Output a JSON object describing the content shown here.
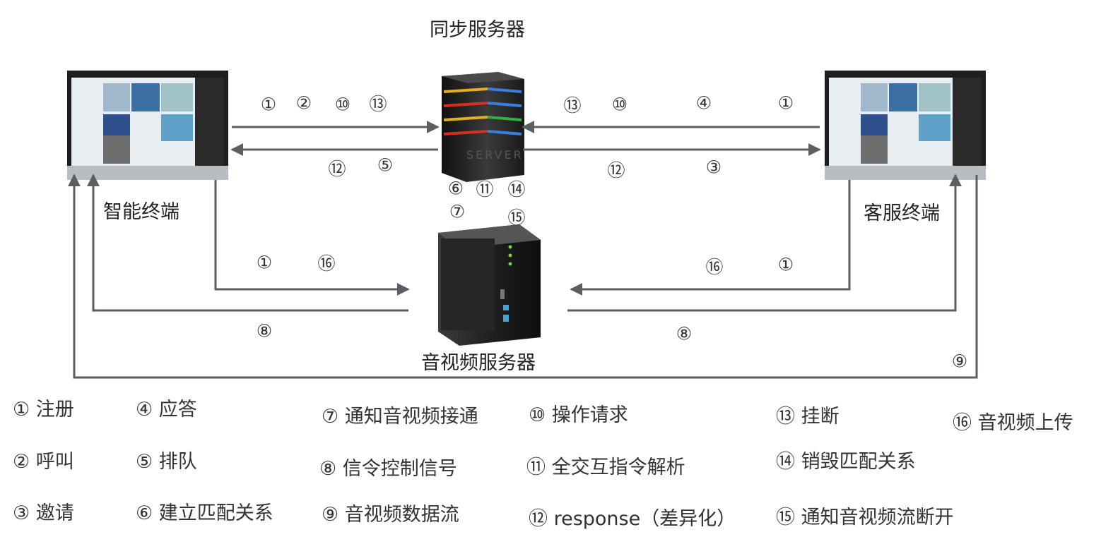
{
  "titles": {
    "sync_server": "同步服务器",
    "smart_terminal": "智能终端",
    "service_terminal": "客服终端",
    "av_server": "音视频服务器"
  },
  "markers": {
    "left_top": [
      "①",
      "②",
      "⑩",
      "⑬"
    ],
    "left_bottom": [
      "⑫",
      "⑤"
    ],
    "right_top": [
      "⑬",
      "⑩",
      "④",
      "①"
    ],
    "right_bottom": [
      "⑫",
      "③"
    ],
    "server_below": [
      "⑥",
      "⑪",
      "⑭"
    ],
    "av_above": [
      "⑦",
      "⑮"
    ],
    "left_av": [
      "①",
      "⑯"
    ],
    "right_av": [
      "⑯",
      "①"
    ],
    "left_av_bottom": "⑧",
    "right_av_bottom": "⑧",
    "outer": "⑨"
  },
  "legend": [
    "① 注册",
    "② 呼叫",
    "③ 邀请",
    "④ 应答",
    "⑤ 排队",
    "⑥ 建立匹配关系",
    "⑦ 通知音视频接通",
    "⑧ 信令控制信号",
    "⑨ 音视频数据流",
    "⑩ 操作请求",
    "⑪ 全交互指令解析",
    "⑫ response（差异化）",
    "⑬  挂断",
    "⑭ 销毁匹配关系",
    "⑮ 通知音视频流断开",
    "⑯ 音视频上传"
  ],
  "colors": {
    "arrow": "#5b5e63",
    "screen_bezel": "#1e1e1e",
    "server_body": "#2b2b2b"
  }
}
